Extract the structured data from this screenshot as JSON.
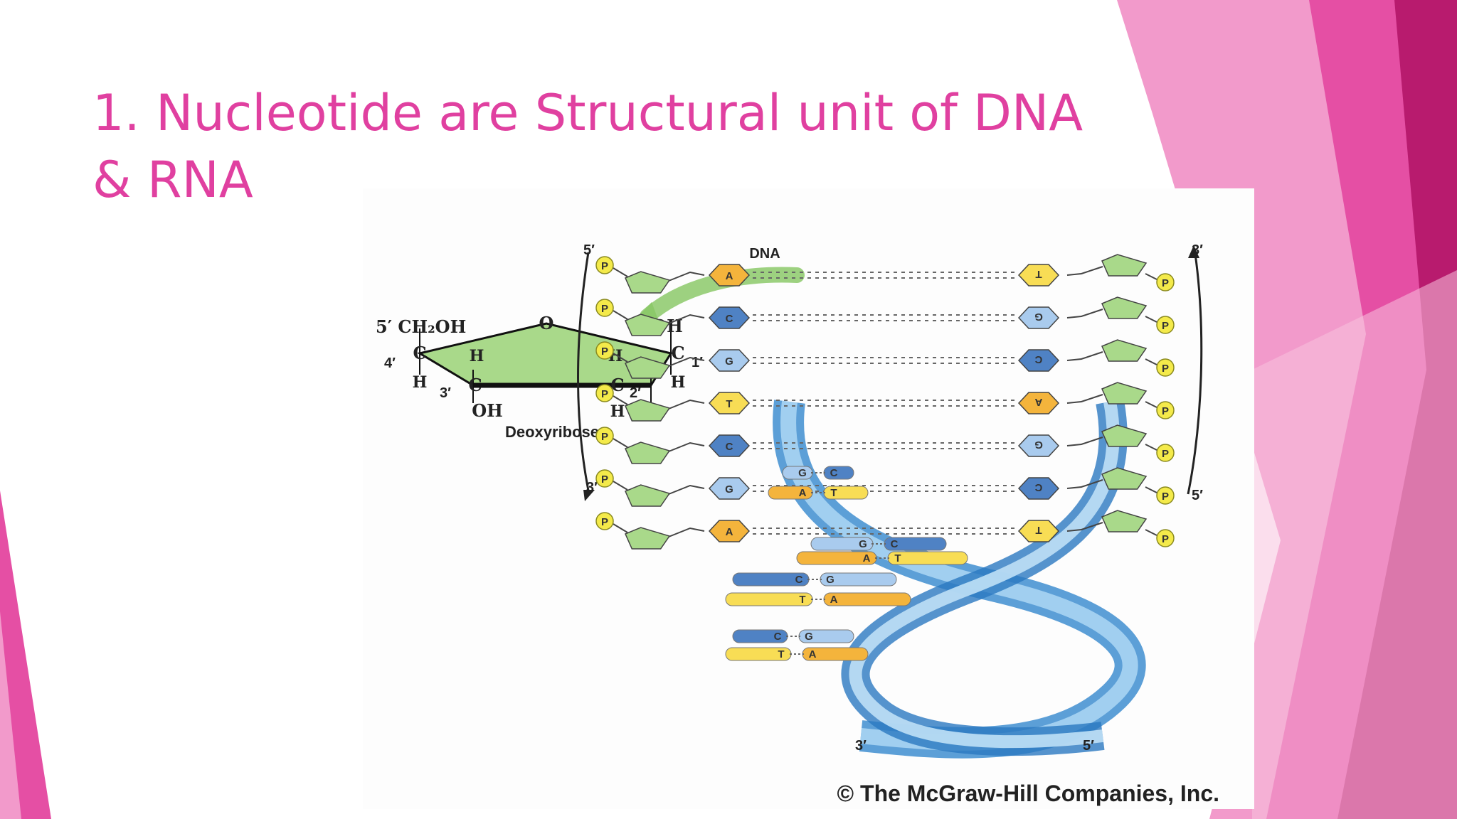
{
  "slide": {
    "title": "1. Nucleotide are Structural unit of DNA & RNA",
    "colors": {
      "title": "#e040a0",
      "accent_dark": "#b81b6e",
      "accent_mid": "#e54fa4",
      "accent_light": "#f29acb"
    }
  },
  "figure": {
    "deoxyribose": {
      "name": "Deoxyribose",
      "ring_oxygen": "O",
      "c5_group": "5′ CH₂OH",
      "c1_group": "OH",
      "c3_group": "OH",
      "carbon": "C",
      "hydrogen": "H",
      "pos_1": "1′",
      "pos_2": "2′",
      "pos_3": "3′",
      "pos_4": "4′"
    },
    "dna": {
      "label": "DNA",
      "top_left_end": "5′",
      "top_right_end": "3′",
      "left_bottom_end": "3′",
      "right_bottom_end": "5′",
      "helix_left_end": "3′",
      "helix_right_end": "5′",
      "phosphate": "P",
      "pairs": [
        {
          "left": "A",
          "right": "T"
        },
        {
          "left": "C",
          "right": "G"
        },
        {
          "left": "G",
          "right": "C"
        },
        {
          "left": "T",
          "right": "A"
        },
        {
          "left": "C",
          "right": "G"
        },
        {
          "left": "G",
          "right": "C"
        },
        {
          "left": "A",
          "right": "T"
        }
      ],
      "helix_pairs": [
        {
          "left": "G",
          "right": "C"
        },
        {
          "left": "A",
          "right": "T"
        },
        {
          "left": "G",
          "right": "C"
        },
        {
          "left": "A",
          "right": "T"
        },
        {
          "left": "C",
          "right": "G"
        },
        {
          "left": "T",
          "right": "A"
        },
        {
          "left": "C",
          "right": "G"
        },
        {
          "left": "T",
          "right": "A"
        }
      ]
    },
    "copyright": "© The McGraw-Hill Companies, Inc."
  }
}
